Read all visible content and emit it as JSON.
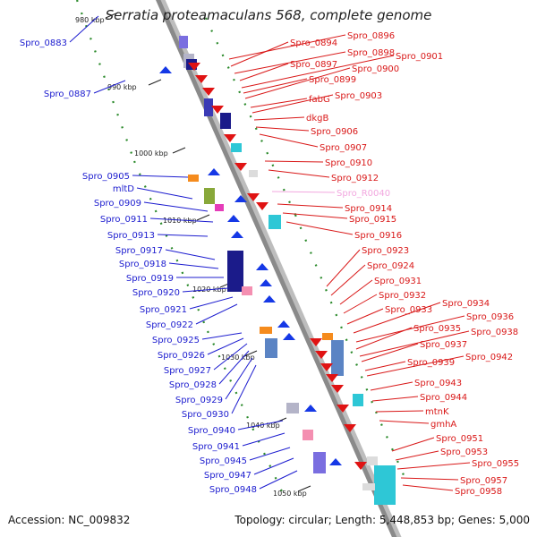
{
  "title": "Serratia proteamaculans 568, complete genome",
  "footer": {
    "accession": "Accession: NC_009832",
    "topology": "Topology: circular; Length: 5,448,853 bp; Genes: 5,000"
  },
  "colors": {
    "backbone": "#8a8a8a",
    "left_label": "#1c1ccf",
    "right_label": "#d91818",
    "rna_label": "#f2a7df",
    "tick_dash": "#2b8a2b",
    "forward_gene": "#1538e6",
    "reverse_gene": "#e01313"
  },
  "scale_ticks": [
    "980 kbp",
    "990 kbp",
    "1000 kbp",
    "1010 kbp",
    "1020 kbp",
    "1030 kbp",
    "1040 kbp",
    "1050 kbp"
  ],
  "left_genes": [
    "Spro_0883",
    "Spro_0887",
    "Spro_0905",
    "mltD",
    "Spro_0909",
    "Spro_0911",
    "Spro_0913",
    "Spro_0917",
    "Spro_0918",
    "Spro_0919",
    "Spro_0920",
    "Spro_0921",
    "Spro_0922",
    "Spro_0925",
    "Spro_0926",
    "Spro_0927",
    "Spro_0928",
    "Spro_0929",
    "Spro_0930",
    "Spro_0940",
    "Spro_0941",
    "Spro_0945",
    "Spro_0947",
    "Spro_0948"
  ],
  "right_genes": [
    "Spro_0894",
    "Spro_0896",
    "Spro_0897",
    "Spro_0898",
    "Spro_0901",
    "Spro_0899",
    "Spro_0900",
    "fabG",
    "Spro_0903",
    "dkgB",
    "Spro_0906",
    "Spro_0907",
    "Spro_0910",
    "Spro_0912",
    "Spro_R0040",
    "Spro_0914",
    "Spro_0915",
    "Spro_0916",
    "Spro_0923",
    "Spro_0924",
    "Spro_0931",
    "Spro_0932",
    "Spro_0933",
    "Spro_0934",
    "Spro_0936",
    "Spro_0935",
    "Spro_0938",
    "Spro_0937",
    "Spro_0939",
    "Spro_0942",
    "Spro_0943",
    "Spro_0944",
    "mtnK",
    "gmhA",
    "Spro_0951",
    "Spro_0953",
    "Spro_0955",
    "Spro_0957",
    "Spro_0958"
  ]
}
